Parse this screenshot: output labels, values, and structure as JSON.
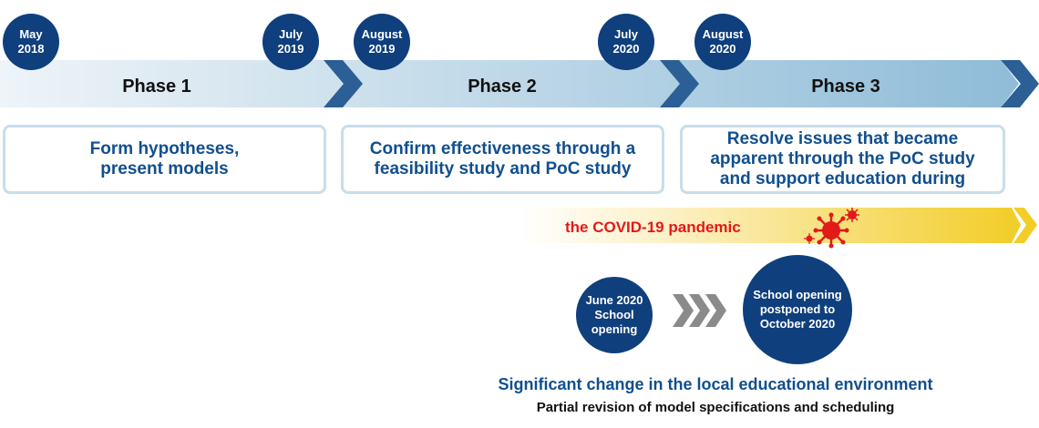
{
  "dates": [
    {
      "label": "May\n2018"
    },
    {
      "label": "July\n2019"
    },
    {
      "label": "August\n2019"
    },
    {
      "label": "July\n2020"
    },
    {
      "label": "August\n2020"
    }
  ],
  "phases": [
    {
      "label": "Phase 1",
      "description": "Form hypotheses,\npresent models"
    },
    {
      "label": "Phase 2",
      "description": "Confirm effectiveness through a\nfeasibility study and PoC study"
    },
    {
      "label": "Phase 3",
      "description": "Resolve issues that became\napparent through the PoC study\nand support education during"
    }
  ],
  "covid": {
    "label": "the COVID-19 pandemic"
  },
  "school": {
    "before": "June 2020\nSchool\nopening",
    "after": "School opening\npostponed to\nOctober 2020"
  },
  "captions": {
    "main": "Significant change in the local educational environment",
    "sub": "Partial revision of model specifications and scheduling"
  },
  "colors": {
    "navy": "#0f3f7c",
    "chevron": "#2b5f95",
    "box_text": "#114f8e",
    "box_border": "#c9ddea",
    "covid_red": "#e21a1a",
    "covid_yellow": "#f2cd27",
    "arrow_gray": "#8a8a8a"
  },
  "icons": {
    "virus": "virus-icon",
    "triple_chevron": "triple-chevron-icon"
  }
}
